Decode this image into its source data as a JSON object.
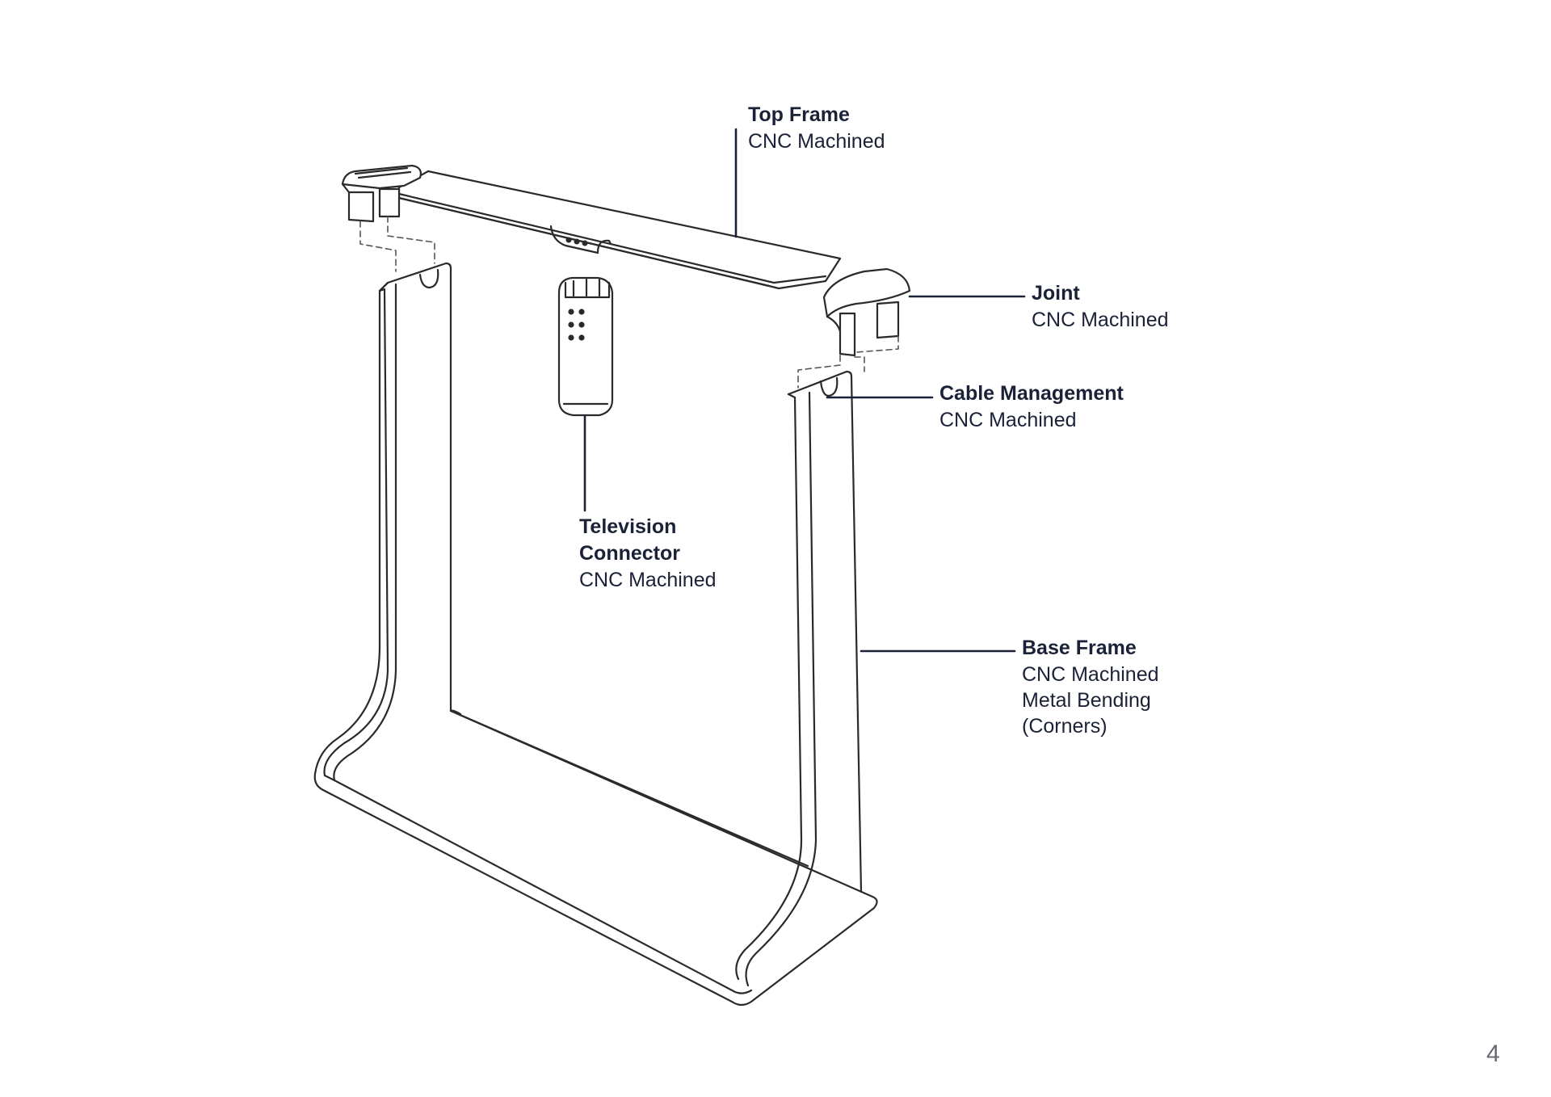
{
  "callouts": {
    "top_frame": {
      "title": "Top Frame",
      "lines": [
        "CNC Machined"
      ]
    },
    "joint": {
      "title": "Joint",
      "lines": [
        "CNC Machined"
      ]
    },
    "cable_management": {
      "title": "Cable Management",
      "lines": [
        "CNC Machined"
      ]
    },
    "television_connector": {
      "title_lines": [
        "Television",
        "Connector"
      ],
      "lines": [
        "CNC Machined"
      ]
    },
    "base_frame": {
      "title": "Base Frame",
      "lines": [
        "CNC Machined",
        "Metal Bending",
        "(Corners)"
      ]
    }
  },
  "page_number": "4",
  "colors": {
    "line": "#1b2238",
    "label": "#1b2238",
    "page_number": "#666a70"
  }
}
